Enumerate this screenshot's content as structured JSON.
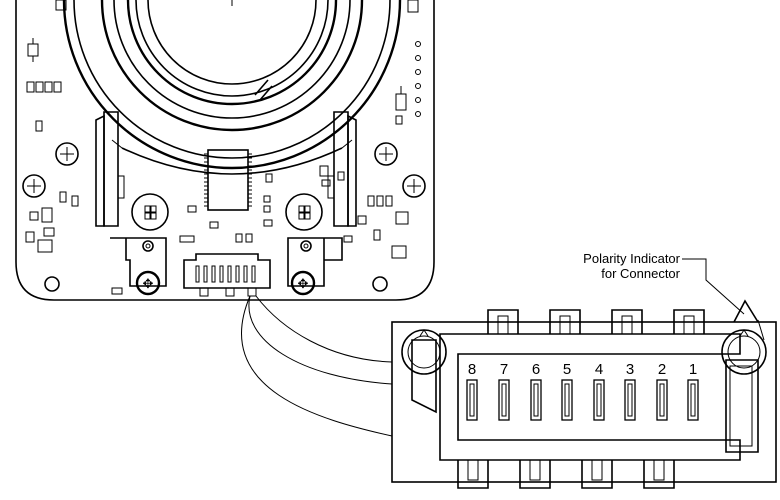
{
  "callout": {
    "line1": "Polarity Indicator",
    "line2": "for Connector"
  },
  "connector": {
    "pins": [
      "8",
      "7",
      "6",
      "5",
      "4",
      "3",
      "2",
      "1"
    ]
  }
}
